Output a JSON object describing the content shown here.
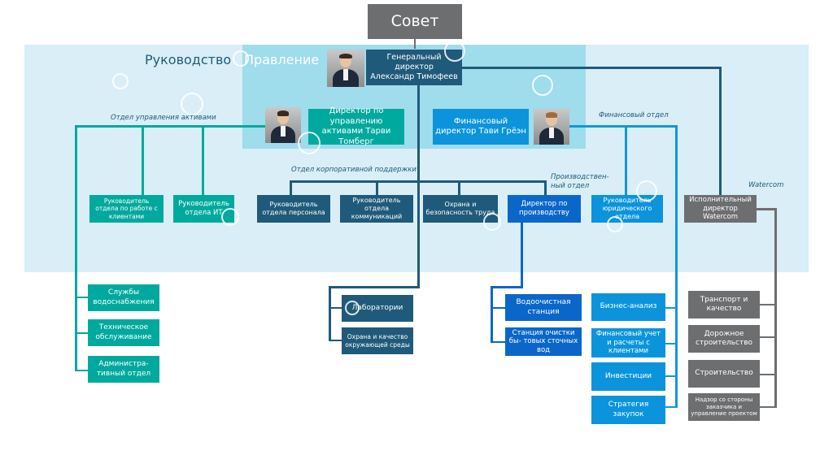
{
  "council": "Совет",
  "management_label": "Руководство",
  "board_label": "Правление",
  "ceo": {
    "title": "Генеральный директор",
    "name": "Александр Тимофеев"
  },
  "asset_director": "Директор по управлению активами Тарви Томберг",
  "cfo": "Финансовый директор Тави Грёэн",
  "captions": {
    "asset_dept": "Отдел управления активами",
    "finance_dept": "Финансовый отдел",
    "corporate_dept": "Отдел корпоративной поддержки",
    "production_dept": "Производствен- ный отдел",
    "watercom": "Watercom"
  },
  "asset_heads": [
    "Руководитель отдела по работе с клиентами",
    "Руководитель отдела ИТ"
  ],
  "corporate_heads": [
    "Руководитель отдела персонала",
    "Руководитель отдела коммуникаций",
    "Охрана и безопасность труда"
  ],
  "production_director": "Директор по производству",
  "legal_head": "Руководитель юридического отдела",
  "watercom_director": "Исполнительный директор Watercom",
  "asset_units": [
    "Службы водоснабжения",
    "Техническое обслуживание",
    "Администра- тивный отдел"
  ],
  "lab_units": [
    "Лаборатории",
    "Охрана и качество окружающей среды"
  ],
  "production_units": [
    "Водоочистная станция",
    "Станция очистки бы- товых сточных вод"
  ],
  "finance_units": [
    "Бизнес-анализ",
    "Финансовый учет и расчеты с клиентами",
    "Инвестиции",
    "Стратегия закупок"
  ],
  "watercom_units": [
    "Транспорт и качество",
    "Дорожное строительство",
    "Строительство",
    "Надзор со стороны заказчика и управление проектом"
  ],
  "colors": {
    "teal": "#00a99d",
    "navy": "#1f5a7a",
    "royal": "#0a67c9",
    "sky": "#0b94dc",
    "grey": "#6d6e70",
    "band": "#d9eef6",
    "board": "#9fdcec"
  }
}
